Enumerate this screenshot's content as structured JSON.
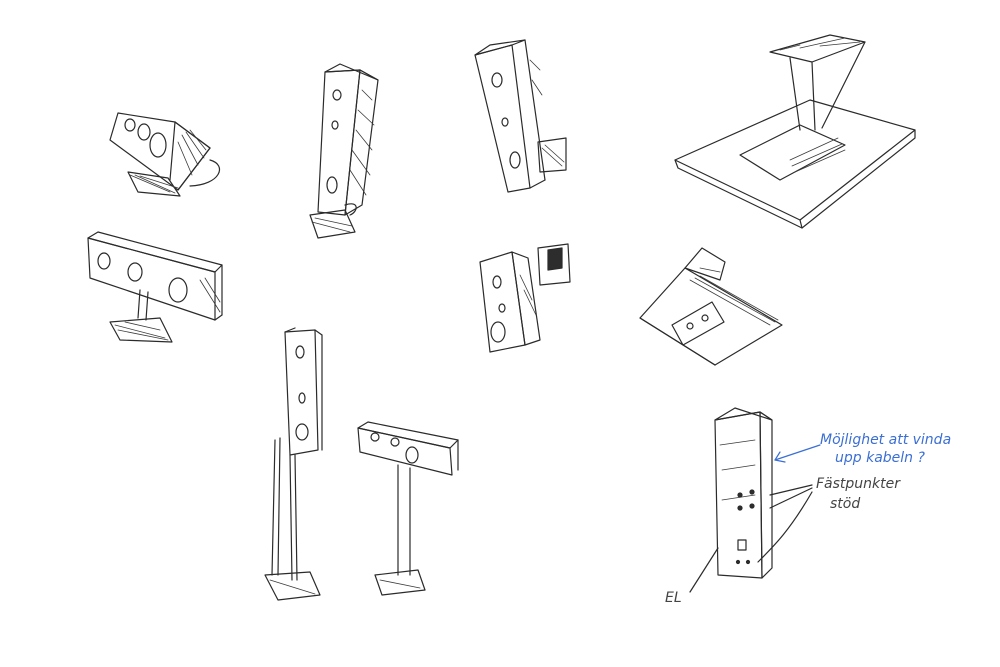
{
  "annotations": {
    "cable_note_line1": "Möjlighet att vinda",
    "cable_note_line2": "upp kabeln ?",
    "mount_note_line1": "Fästpunkter",
    "mount_note_line2": "stöd",
    "power_label": "EL"
  },
  "colors": {
    "ink": "#2b2b2b",
    "annotation_blue": "#3b6fd4",
    "background": "#ffffff"
  }
}
